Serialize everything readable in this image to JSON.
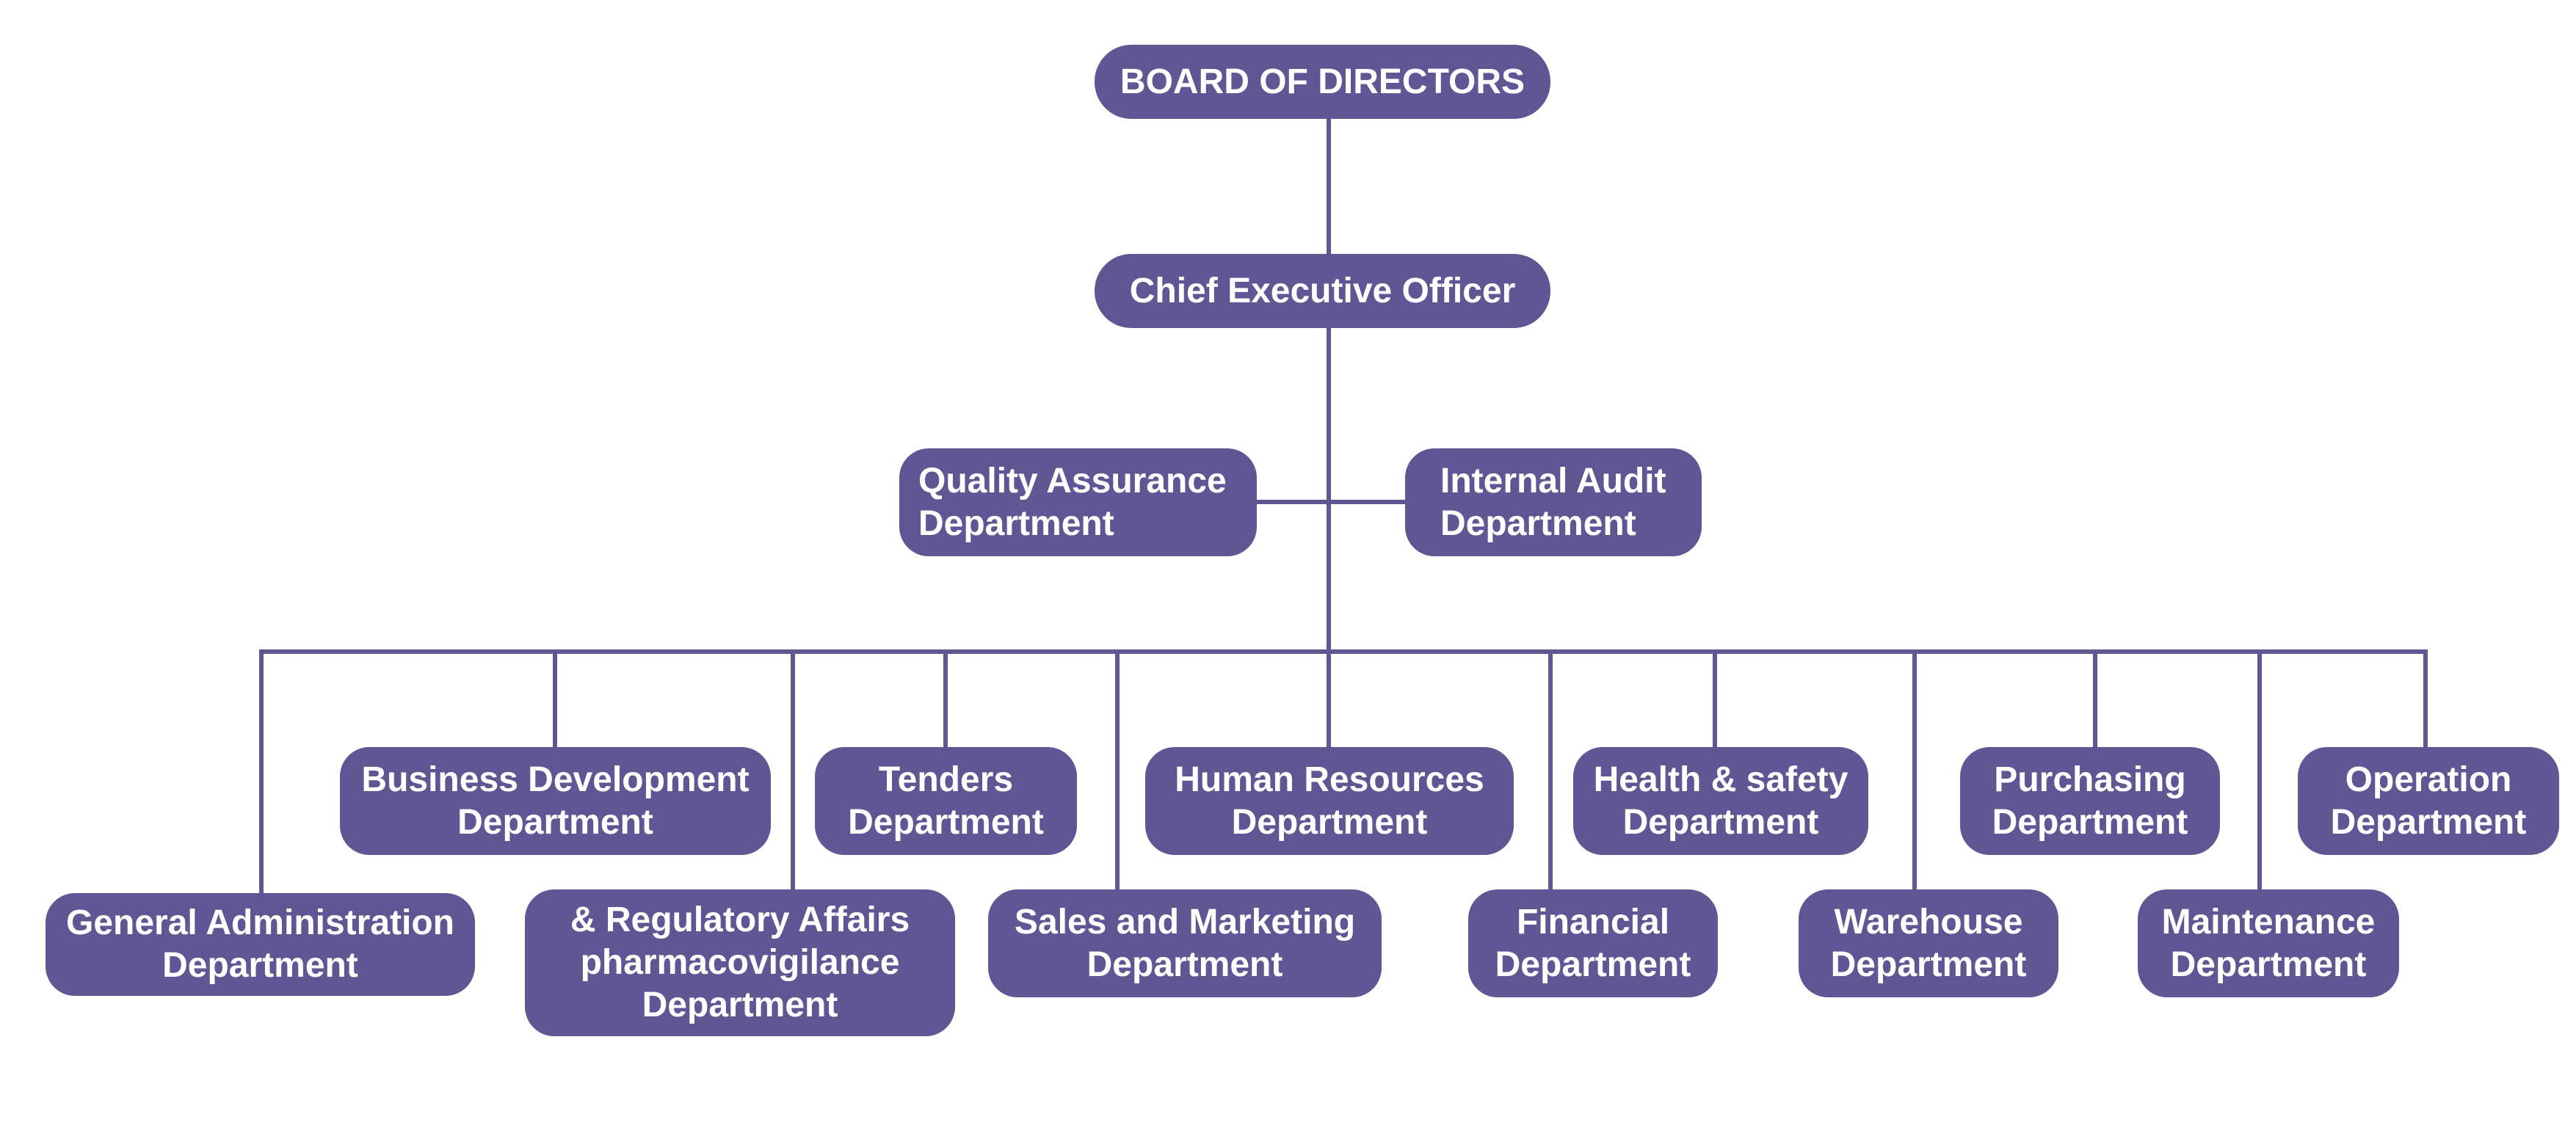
{
  "colors": {
    "node_fill": "#615694",
    "node_text": "#ffffff",
    "connector": "#615694"
  },
  "nodes": {
    "board": "BOARD OF DIRECTORS",
    "ceo": "Chief Executive Officer",
    "quality_assurance": "Quality Assurance\nDepartment",
    "internal_audit": "Internal Audit\nDepartment",
    "general_administration": "General Administration\nDepartment",
    "business_development": "Business Development\nDepartment",
    "regulatory_affairs": "& Regulatory Affairs\npharmacovigilance\nDepartment",
    "tenders": "Tenders\nDepartment",
    "sales_marketing": "Sales and Marketing\nDepartment",
    "human_resources": "Human Resources\nDepartment",
    "financial": "Financial\nDepartment",
    "health_safety": "Health & safety\nDepartment",
    "warehouse": "Warehouse\nDepartment",
    "purchasing": "Purchasing\nDepartment",
    "maintenance": "Maintenance\nDepartment",
    "operation": "Operation\nDepartment"
  }
}
